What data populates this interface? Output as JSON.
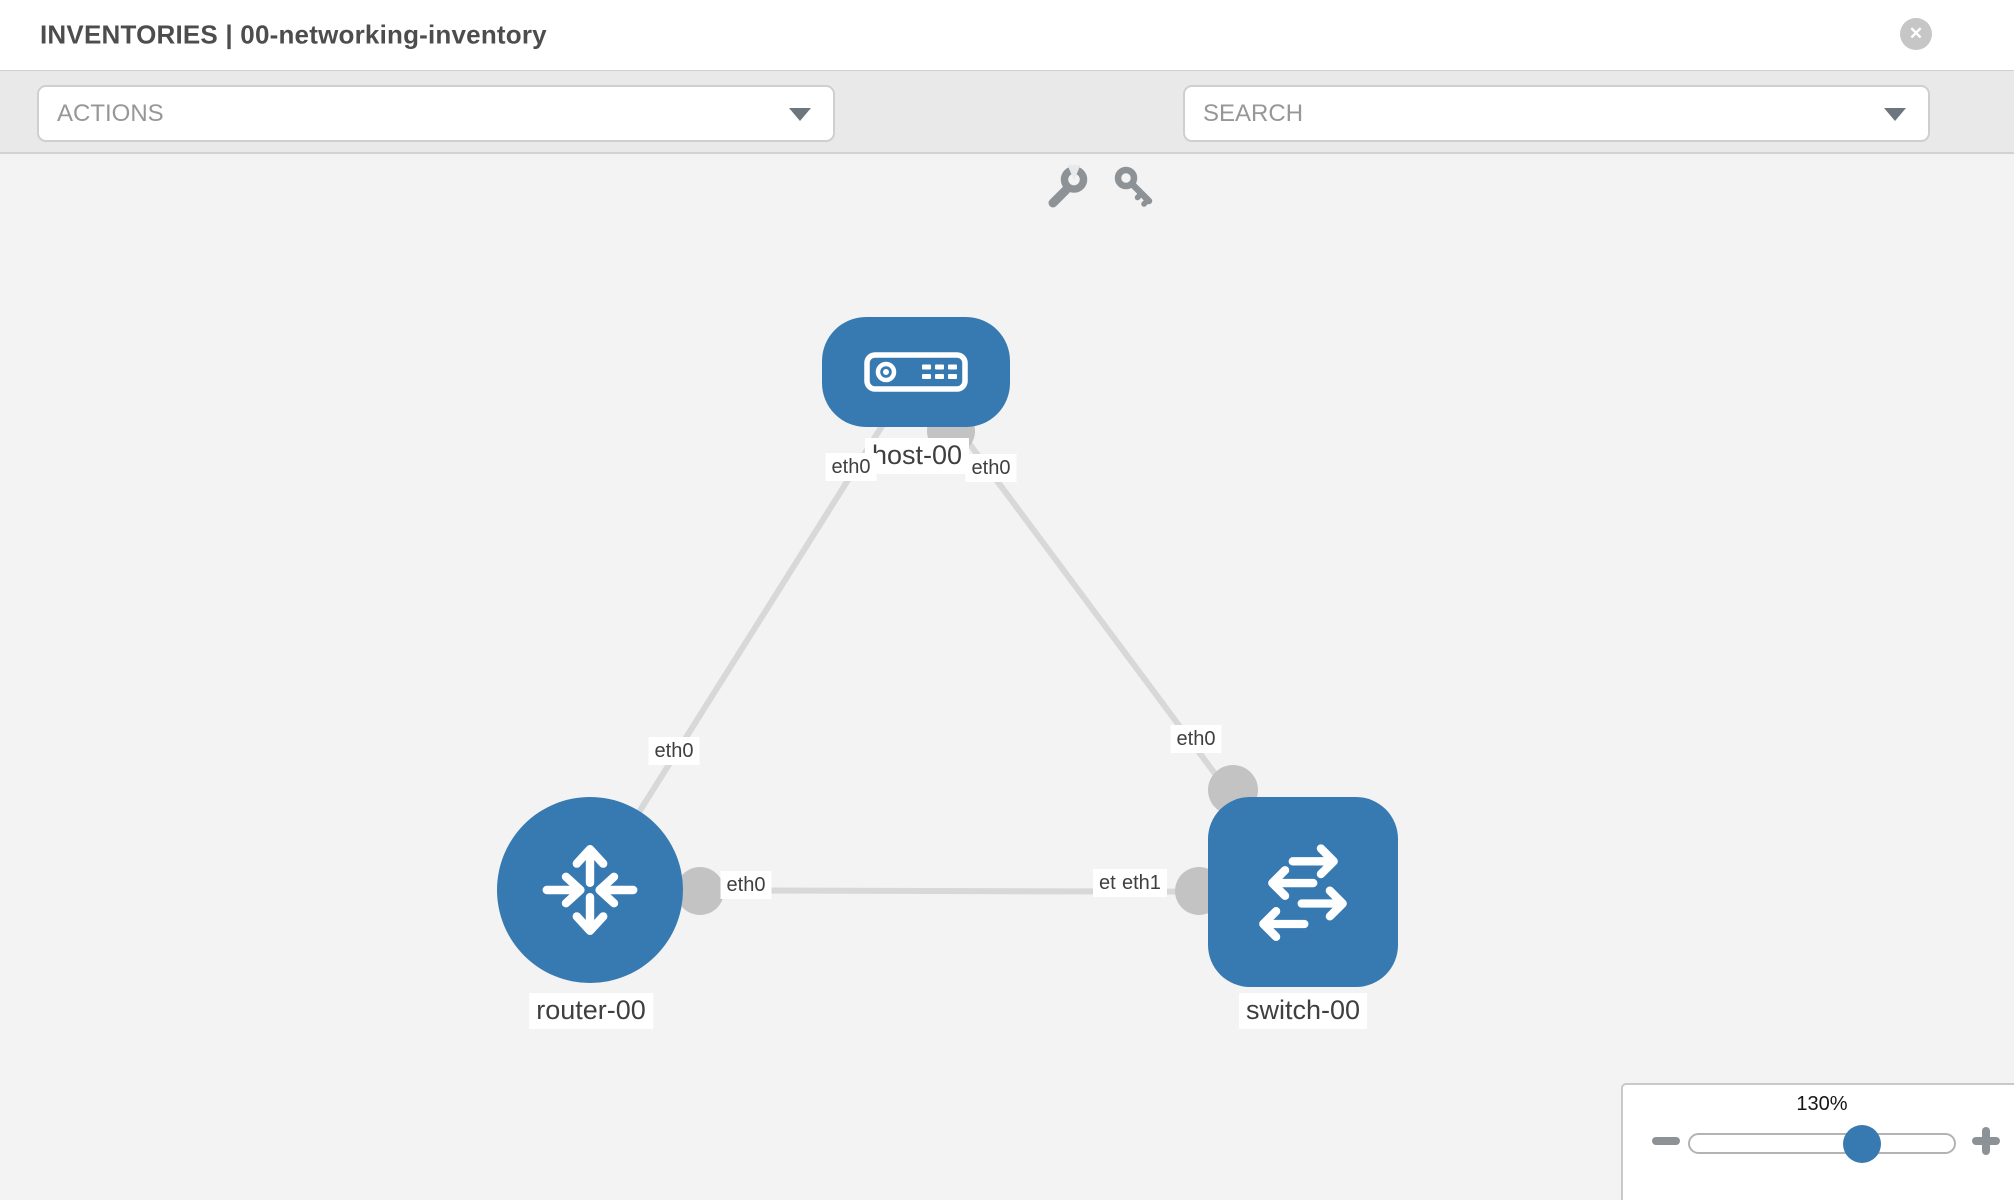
{
  "header": {
    "title": "INVENTORIES | 00-networking-inventory",
    "close_glyph": "✕"
  },
  "toolbar": {
    "actions_label": "ACTIONS",
    "search_placeholder": "SEARCH",
    "icons": [
      "wrench-icon",
      "key-icon"
    ]
  },
  "graph": {
    "nodes": [
      {
        "label": "host-00",
        "type": "host",
        "icon": "host-icon"
      },
      {
        "label": "router-00",
        "type": "router",
        "icon": "router-icon"
      },
      {
        "label": "switch-00",
        "type": "switch",
        "icon": "switch-icon"
      }
    ],
    "links": [
      {
        "from": "host-00",
        "to": "router-00"
      },
      {
        "from": "host-00",
        "to": "switch-00"
      },
      {
        "from": "router-00",
        "to": "switch-00"
      }
    ],
    "interface_labels": {
      "host_left": "eth0",
      "host_right": "eth0",
      "host_router_link": "eth0",
      "switch_top": "eth0",
      "router_right": "eth0",
      "switch_mid_back": "eth0",
      "switch_mid_front": "eth1"
    }
  },
  "zoom_control": {
    "level": "130%"
  },
  "colors": {
    "node_blue": "#377ab2",
    "link_gray": "#d8d8d8",
    "interface_gray": "#c3c3c3",
    "toolbar_gray": "#e9e9e9"
  }
}
